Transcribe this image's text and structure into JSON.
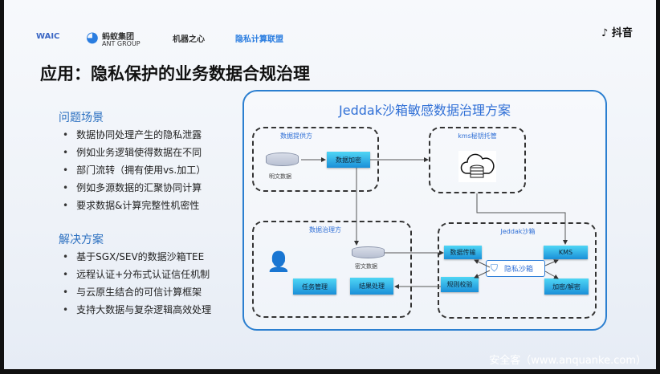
{
  "logos": {
    "waic": "WAIC",
    "ant_cn": "蚂蚁集团",
    "ant_en": "ANT GROUP",
    "jiqi": "机器之心",
    "privacy": "隐私计算联盟"
  },
  "platform": {
    "name": "抖音"
  },
  "title": "应用：隐私保护的业务数据合规治理",
  "problems": {
    "heading": "问题场景",
    "items": [
      "数据协同处理产生的隐私泄露",
      "例如业务逻辑使得数据在不同",
      "部门流转（拥有使用vs.加工）",
      "例如多源数据的汇聚协同计算",
      "要求数据&计算完整性机密性"
    ]
  },
  "solutions": {
    "heading": "解决方案",
    "items": [
      "基于SGX/SEV的数据沙箱TEE",
      "远程认证+分布式认证信任机制",
      "与云原生结合的可信计算框架",
      "支持大数据与复杂逻辑高效处理"
    ]
  },
  "diagram": {
    "title": "Jeddak沙箱敏感数据治理方案",
    "provider": {
      "label": "数据提供方",
      "plain_data": "明文数据",
      "encrypt": "数据加密"
    },
    "kms_host": {
      "label": "kms秘钥托管"
    },
    "governor": {
      "label": "数据治理方",
      "cipher_data": "密文数据",
      "task": "任务管理",
      "result": "结果处理"
    },
    "sandbox": {
      "label": "Jeddak沙箱",
      "transfer": "数据传输",
      "kms": "KMS",
      "core": "隐私沙箱",
      "rule": "规则校验",
      "crypto": "加密/解密"
    },
    "accent": "#2b7fd0"
  },
  "watermark": "安全客（www.anquanke.com）"
}
